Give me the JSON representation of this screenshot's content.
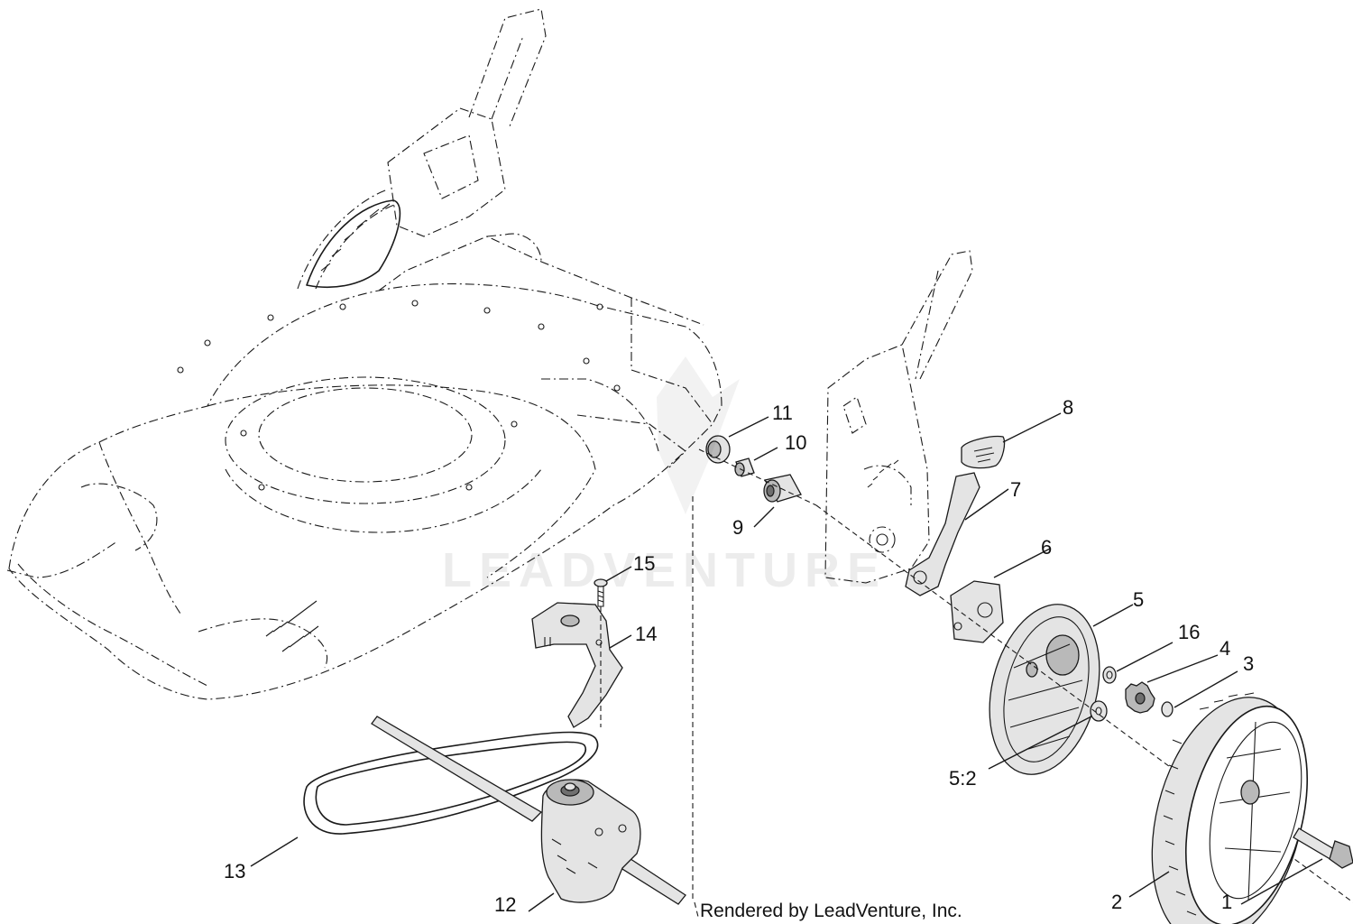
{
  "watermark": "LEADVENTURE",
  "credit": "Rendered by LeadVenture, Inc.",
  "callouts": {
    "c1": "1",
    "c2": "2",
    "c3": "3",
    "c4": "4",
    "c5": "5",
    "c5_2": "5:2",
    "c6": "6",
    "c7": "7",
    "c8": "8",
    "c9": "9",
    "c10": "10",
    "c11": "11",
    "c12": "12",
    "c13": "13",
    "c14": "14",
    "c15": "15",
    "c16": "16"
  }
}
